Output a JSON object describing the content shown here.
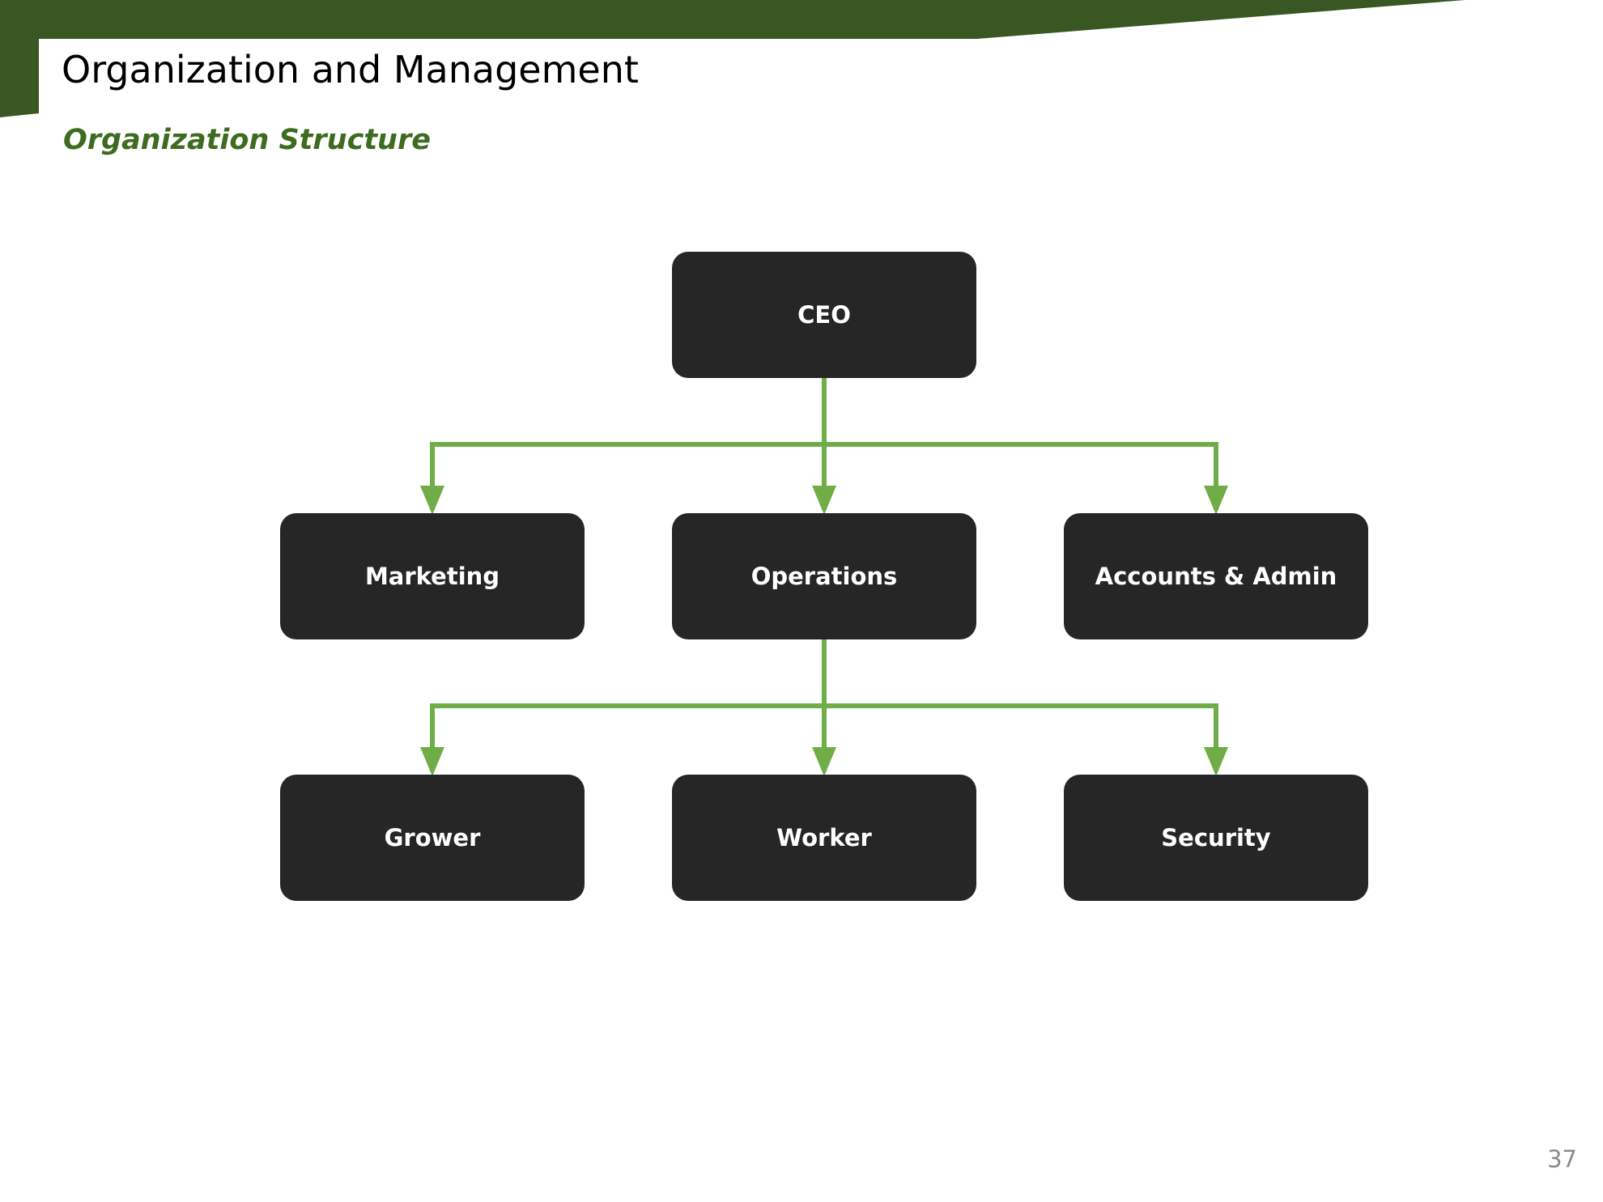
{
  "slide": {
    "title": "Organization and Management",
    "subtitle": "Organization Structure",
    "page_number": "37"
  },
  "colors": {
    "banner": "#385723",
    "subtitle": "#3d6b1f",
    "connector": "#70ad47",
    "node_fill": "#262626",
    "node_text": "#ffffff",
    "page_number": "#8c8c8c"
  },
  "org_chart": {
    "ceo": "CEO",
    "level_1": {
      "marketing": "Marketing",
      "operations": "Operations",
      "accounts_admin": "Accounts & Admin"
    },
    "level_2": {
      "grower": "Grower",
      "worker": "Worker",
      "security": "Security"
    },
    "reports_to": {
      "Marketing": "CEO",
      "Operations": "CEO",
      "Accounts & Admin": "CEO",
      "Grower": "Operations",
      "Worker": "Operations",
      "Security": "Operations"
    }
  }
}
